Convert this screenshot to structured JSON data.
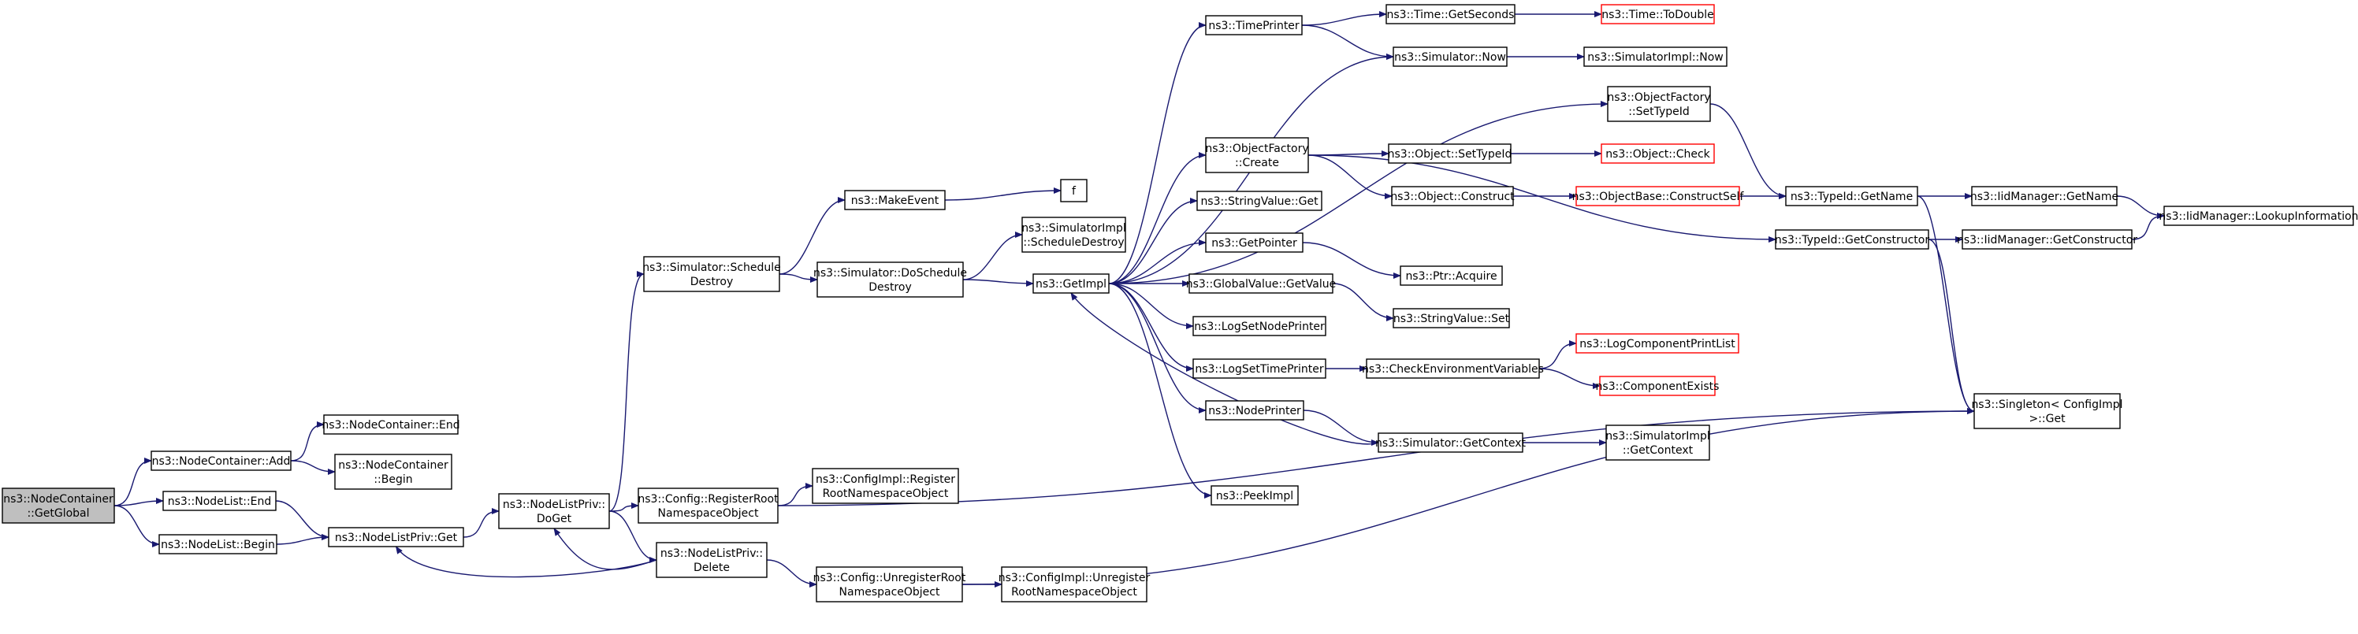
{
  "colors": {
    "edge": "#191970",
    "red_border": "#ff0000",
    "root_fill": "#bfbfbf"
  },
  "nodes": [
    {
      "id": "root",
      "lines": [
        "ns3::NodeContainer",
        "::GetGlobal"
      ],
      "style": "root"
    },
    {
      "id": "nc_add",
      "lines": [
        "ns3::NodeContainer::Add"
      ]
    },
    {
      "id": "nc_end",
      "lines": [
        "ns3::NodeContainer::End"
      ]
    },
    {
      "id": "nc_begin",
      "lines": [
        "ns3::NodeContainer",
        "::Begin"
      ]
    },
    {
      "id": "nl_end",
      "lines": [
        "ns3::NodeList::End"
      ]
    },
    {
      "id": "nl_begin",
      "lines": [
        "ns3::NodeList::Begin"
      ]
    },
    {
      "id": "nlp_get",
      "lines": [
        "ns3::NodeListPriv::Get"
      ]
    },
    {
      "id": "nlp_doget",
      "lines": [
        "ns3::NodeListPriv::",
        "DoGet"
      ]
    },
    {
      "id": "nlp_delete",
      "lines": [
        "ns3::NodeListPriv::",
        "Delete"
      ]
    },
    {
      "id": "sim_sched",
      "lines": [
        "ns3::Simulator::Schedule",
        "Destroy"
      ]
    },
    {
      "id": "cfg_regroot",
      "lines": [
        "ns3::Config::RegisterRoot",
        "NamespaceObject"
      ]
    },
    {
      "id": "cfg_unregroot",
      "lines": [
        "ns3::Config::UnregisterRoot",
        "NamespaceObject"
      ]
    },
    {
      "id": "make_event",
      "lines": [
        "ns3::MakeEvent"
      ]
    },
    {
      "id": "sim_dosched",
      "lines": [
        "ns3::Simulator::DoSchedule",
        "Destroy"
      ]
    },
    {
      "id": "cfgimpl_reg",
      "lines": [
        "ns3::ConfigImpl::Register",
        "RootNamespaceObject"
      ]
    },
    {
      "id": "cfgimpl_unreg",
      "lines": [
        "ns3::ConfigImpl::Unregister",
        "RootNamespaceObject"
      ]
    },
    {
      "id": "f",
      "lines": [
        "f"
      ]
    },
    {
      "id": "simimpl_sched",
      "lines": [
        "ns3::SimulatorImpl",
        "::ScheduleDestroy"
      ]
    },
    {
      "id": "getimpl",
      "lines": [
        "ns3::GetImpl"
      ]
    },
    {
      "id": "timeprinter",
      "lines": [
        "ns3::TimePrinter"
      ]
    },
    {
      "id": "objf_create",
      "lines": [
        "ns3::ObjectFactory",
        "::Create"
      ]
    },
    {
      "id": "strval_get",
      "lines": [
        "ns3::StringValue::Get"
      ]
    },
    {
      "id": "getpointer",
      "lines": [
        "ns3::GetPointer"
      ]
    },
    {
      "id": "gv_getvalue",
      "lines": [
        "ns3::GlobalValue::GetValue"
      ]
    },
    {
      "id": "logsetnode",
      "lines": [
        "ns3::LogSetNodePrinter"
      ]
    },
    {
      "id": "logsettime",
      "lines": [
        "ns3::LogSetTimePrinter"
      ]
    },
    {
      "id": "nodeprinter",
      "lines": [
        "ns3::NodePrinter"
      ]
    },
    {
      "id": "peekimpl",
      "lines": [
        "ns3::PeekImpl"
      ]
    },
    {
      "id": "time_getsec",
      "lines": [
        "ns3::Time::GetSeconds"
      ]
    },
    {
      "id": "sim_now",
      "lines": [
        "ns3::Simulator::Now"
      ]
    },
    {
      "id": "obj_settypeid",
      "lines": [
        "ns3::Object::SetTypeId"
      ]
    },
    {
      "id": "obj_construct",
      "lines": [
        "ns3::Object::Construct"
      ]
    },
    {
      "id": "ptr_acquire",
      "lines": [
        "ns3::Ptr::Acquire"
      ]
    },
    {
      "id": "strval_set",
      "lines": [
        "ns3::StringValue::Set"
      ]
    },
    {
      "id": "checkenv",
      "lines": [
        "ns3::CheckEnvironmentVariables"
      ]
    },
    {
      "id": "sim_getctx",
      "lines": [
        "ns3::Simulator::GetContext"
      ]
    },
    {
      "id": "time_todouble",
      "lines": [
        "ns3::Time::ToDouble"
      ],
      "style": "red"
    },
    {
      "id": "simimpl_now",
      "lines": [
        "ns3::SimulatorImpl::Now"
      ]
    },
    {
      "id": "objf_settypeid",
      "lines": [
        "ns3::ObjectFactory",
        "::SetTypeId"
      ]
    },
    {
      "id": "obj_check",
      "lines": [
        "ns3::Object::Check"
      ],
      "style": "red"
    },
    {
      "id": "objbase_cs",
      "lines": [
        "ns3::ObjectBase::ConstructSelf"
      ],
      "style": "red"
    },
    {
      "id": "logcomp_print",
      "lines": [
        "ns3::LogComponentPrintList"
      ],
      "style": "red"
    },
    {
      "id": "comp_exists",
      "lines": [
        "ns3::ComponentExists"
      ],
      "style": "red"
    },
    {
      "id": "simimpl_getctx",
      "lines": [
        "ns3::SimulatorImpl",
        "::GetContext"
      ]
    },
    {
      "id": "typeid_getname",
      "lines": [
        "ns3::TypeId::GetName"
      ]
    },
    {
      "id": "typeid_getctor",
      "lines": [
        "ns3::TypeId::GetConstructor"
      ]
    },
    {
      "id": "iid_getname",
      "lines": [
        "ns3::IidManager::GetName"
      ]
    },
    {
      "id": "iid_getctor",
      "lines": [
        "ns3::IidManager::GetConstructor"
      ]
    },
    {
      "id": "iid_lookup",
      "lines": [
        "ns3::IidManager::LookupInformation"
      ]
    },
    {
      "id": "singleton_get",
      "lines": [
        "ns3::Singleton< ConfigImpl",
        " >::Get"
      ]
    }
  ]
}
